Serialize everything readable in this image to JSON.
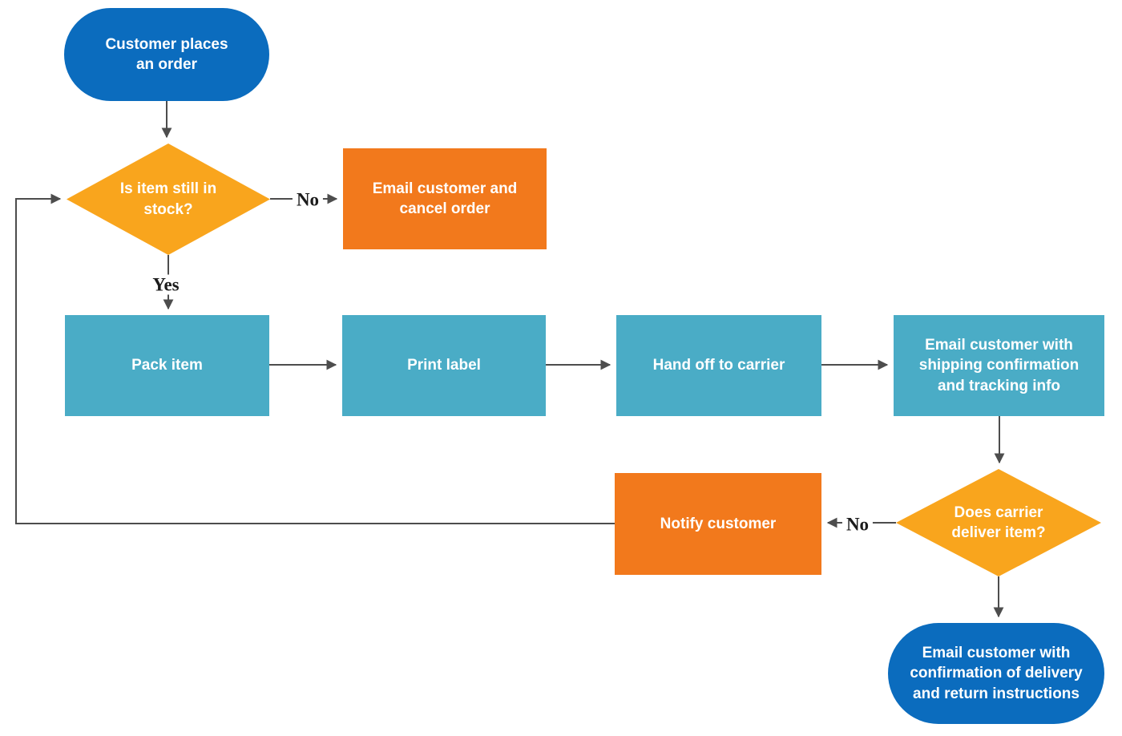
{
  "diagram": {
    "type": "flowchart",
    "subject": "order-fulfillment-process",
    "background": "#ffffff",
    "colors": {
      "terminator_fill": "#0b6cbe",
      "decision_fill": "#f9a51d",
      "action_fill": "#f2791c",
      "process_fill": "#4aacc6",
      "connector": "#4d4d4d",
      "node_text": "#ffffff",
      "edge_label_text": "#1c1c1c"
    },
    "nodes": {
      "start": {
        "shape": "terminator",
        "lines": [
          "Customer places",
          "an order"
        ]
      },
      "stock": {
        "shape": "decision",
        "lines": [
          "Is item still in",
          "stock?"
        ]
      },
      "cancel": {
        "shape": "rectangle",
        "lines": [
          "Email customer and",
          "cancel order"
        ]
      },
      "pack": {
        "shape": "rectangle",
        "lines": [
          "Pack item"
        ]
      },
      "print": {
        "shape": "rectangle",
        "lines": [
          "Print label"
        ]
      },
      "handoff": {
        "shape": "rectangle",
        "lines": [
          "Hand off to carrier"
        ]
      },
      "emailship": {
        "shape": "rectangle",
        "lines": [
          "Email customer with",
          "shipping confirmation",
          "and tracking info"
        ]
      },
      "deliver": {
        "shape": "decision",
        "lines": [
          "Does carrier",
          "deliver item?"
        ]
      },
      "notify": {
        "shape": "rectangle",
        "lines": [
          "Notify customer"
        ]
      },
      "end": {
        "shape": "terminator",
        "lines": [
          "Email customer with",
          "confirmation of delivery",
          "and return instructions"
        ]
      }
    },
    "edge_labels": {
      "stock_no": "No",
      "stock_yes": "Yes",
      "deliver_no": "No"
    }
  }
}
